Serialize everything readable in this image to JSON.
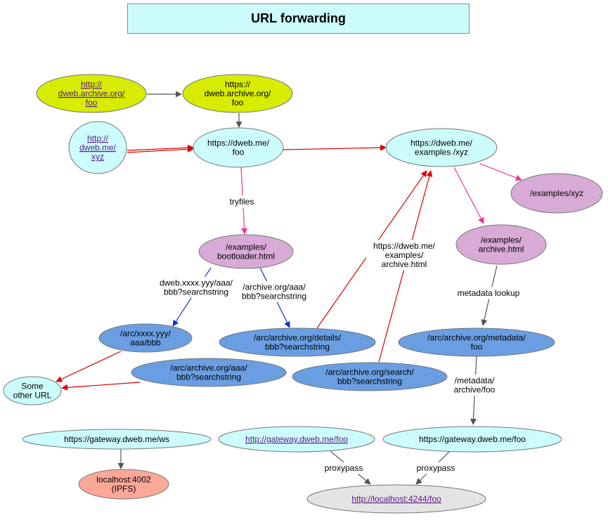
{
  "title": "URL forwarding",
  "colors": {
    "yellow": "#d7ec00",
    "cyan": "#ccfcfc",
    "pink": "#d8aad6",
    "blue": "#6a9ee2",
    "salmon": "#fba899",
    "gray": "#e4e4e4",
    "edge_gray": "#555555",
    "edge_red": "#dd0000",
    "edge_pink": "#ee3399",
    "edge_blue": "#1a2fcc"
  },
  "nodes": {
    "http_archive": [
      "http://",
      "dweb.archive.org/",
      "foo"
    ],
    "https_archive": [
      "https://",
      "dweb.archive.org/",
      "foo"
    ],
    "http_dweb_xyz": [
      "http://",
      "dweb.me/",
      "xyz"
    ],
    "https_dweb_foo": [
      "https://dweb.me/",
      "foo"
    ],
    "https_examples_xyz": [
      "https://dweb.me/",
      "examples /xyz"
    ],
    "examples_xyz": [
      "/examples/xyz"
    ],
    "bootloader": [
      "/examples/",
      "bootloader.html"
    ],
    "archive_html": [
      "/examples/",
      "archive.html"
    ],
    "arc_xxxx": [
      "/arc/xxxx.yyy/",
      "aaa/bbb"
    ],
    "arc_details": [
      "/arc/archive.org/details/",
      "bbb?searchstring"
    ],
    "arc_metadata": [
      "/arc/archive.org/metadata/",
      "foo"
    ],
    "arc_aaa": [
      "/arc/archive.org/aaa/",
      "bbb?searchstring"
    ],
    "arc_search": [
      "/arc/archive.org/search/",
      "bbb?searchstring"
    ],
    "some_other": [
      "Some",
      "other URL"
    ],
    "gateway_ws": [
      "https://gateway.dweb.me/ws"
    ],
    "gateway_http": [
      "http://gateway.dweb.me/foo"
    ],
    "gateway_https": [
      "https://gateway.dweb.me/foo"
    ],
    "localhost_ipfs": [
      "localhost:4002",
      "(IPFS)"
    ],
    "localhost_4244": [
      "http://localhost:4244/foo"
    ]
  },
  "edge_labels": {
    "tryfiles": [
      "tryfiles"
    ],
    "dweb_xxxx": [
      "dweb.xxxx.yyy/aaa/",
      "bbb?searchstring"
    ],
    "archive_aaa": [
      "/archive.org/aaa/",
      "bbb?searchstring"
    ],
    "https_archive_html": [
      "https://dweb.me/",
      "examples/",
      "archive.html"
    ],
    "metadata_lookup": [
      "metadata lookup"
    ],
    "metadata_archive_foo": [
      "/metadata/",
      "archive/foo"
    ],
    "proxypass_left": [
      "proxypass"
    ],
    "proxypass_right": [
      "proxypass"
    ]
  }
}
